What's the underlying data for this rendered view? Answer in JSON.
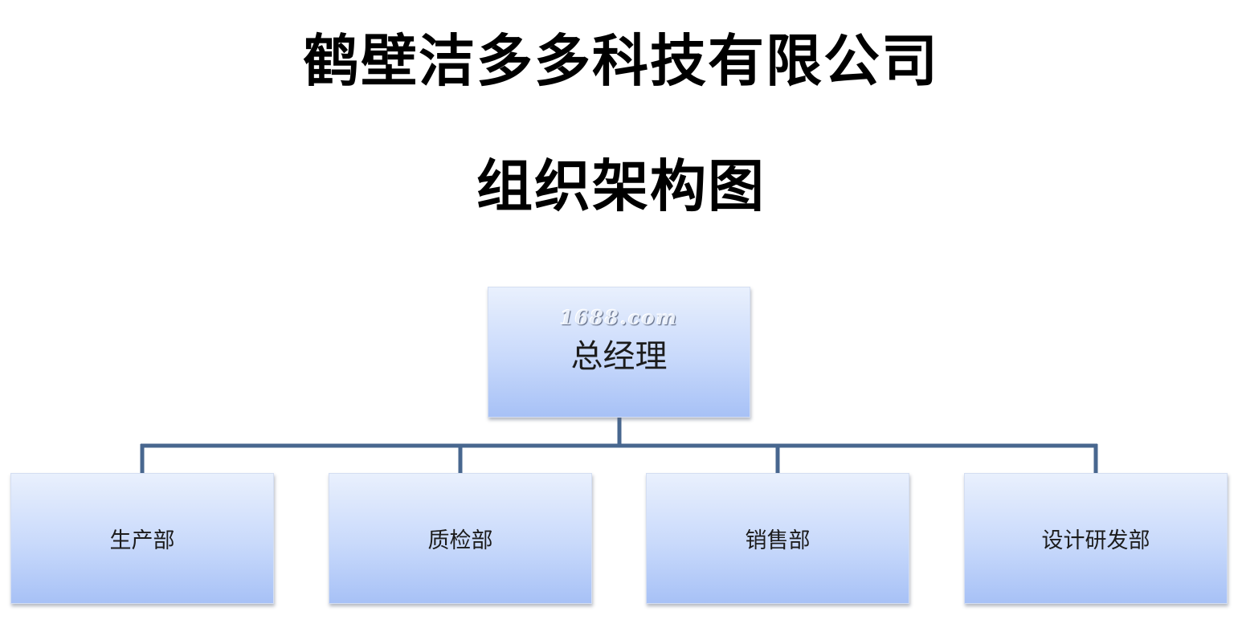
{
  "title": {
    "line1": "鹤壁洁多多科技有限公司",
    "line2": "组织架构图"
  },
  "org_chart": {
    "root": {
      "label": "总经理"
    },
    "departments": [
      {
        "label": "生产部"
      },
      {
        "label": "质检部"
      },
      {
        "label": "销售部"
      },
      {
        "label": "设计研发部"
      }
    ]
  },
  "watermark": {
    "text": "1688.com"
  },
  "colors": {
    "connector": "#48678f",
    "box_top": "#e9f0fd",
    "box_bottom": "#a7c1f6",
    "text": "#1c1c1c"
  }
}
